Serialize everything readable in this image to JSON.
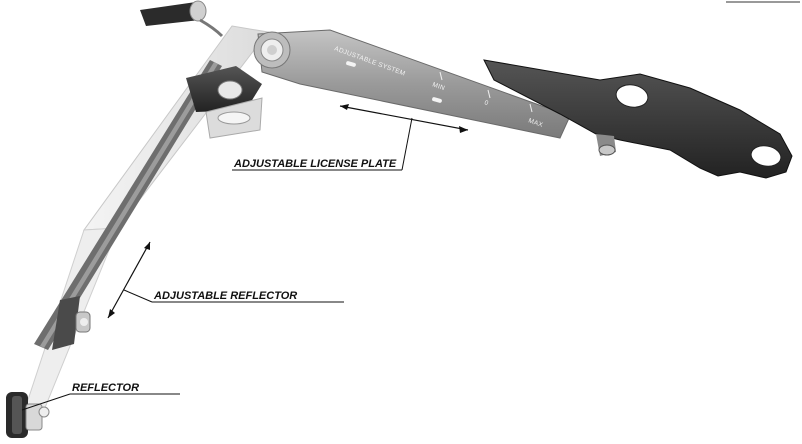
{
  "callouts": {
    "license_plate": "ADJUSTABLE LICENSE PLATE",
    "adjustable_reflector": "ADJUSTABLE REFLECTOR",
    "reflector": "REFLECTOR"
  },
  "arm_markings": {
    "system": "ADJUSTABLE SYSTEM",
    "min": "MIN",
    "zero": "0",
    "max": "MAX"
  },
  "colors": {
    "arm_grey": "#9a9a9a",
    "bracket_dark": "#3a3a3a",
    "plate_light": "#e6e6e6",
    "line": "#111111"
  }
}
